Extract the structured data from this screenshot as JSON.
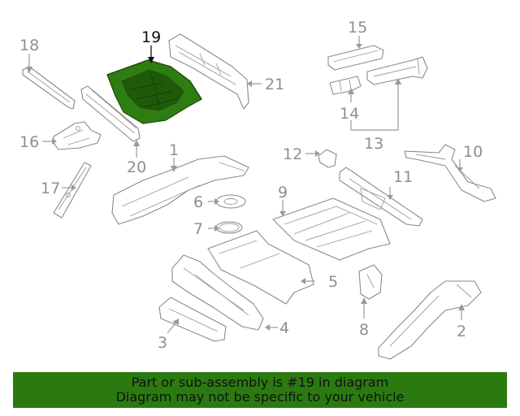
{
  "highlighted_part": "19",
  "colors": {
    "highlight_fill": "#2e7d12",
    "highlight_fill_dark": "#1f5a0a",
    "banner_background": "#2b7a10",
    "part_stroke": "#8a8a8a",
    "callout_text": "#8f8f8f",
    "highlight_text": "#111111"
  },
  "callouts": {
    "c1": "1",
    "c2": "2",
    "c3": "3",
    "c4": "4",
    "c5": "5",
    "c6": "6",
    "c7": "7",
    "c8": "8",
    "c9": "9",
    "c10": "10",
    "c11": "11",
    "c12": "12",
    "c13": "13",
    "c14": "14",
    "c15": "15",
    "c16": "16",
    "c17": "17",
    "c18": "18",
    "c19": "19",
    "c20": "20",
    "c21": "21"
  },
  "banner": {
    "line1": "Part or sub-assembly is #19 in diagram",
    "line2": "Diagram may not be specific to your vehicle"
  }
}
